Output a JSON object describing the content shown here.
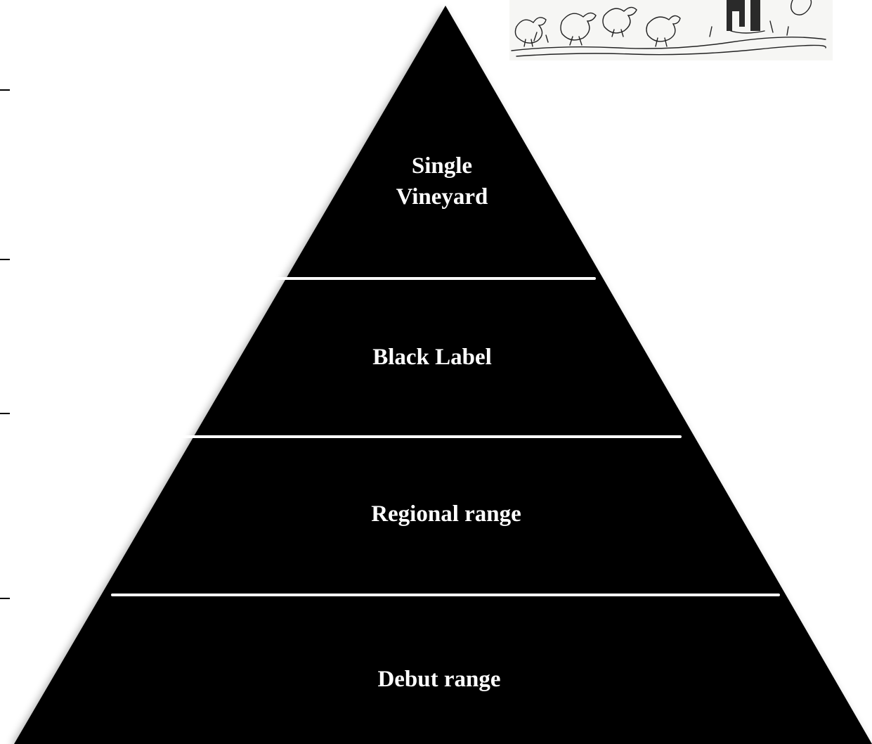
{
  "diagram": {
    "type": "pyramid",
    "tiers": [
      {
        "id": "single-vineyard",
        "label_lines": [
          "Single",
          "Vineyard"
        ]
      },
      {
        "id": "black-label",
        "label_lines": [
          "Black Label"
        ]
      },
      {
        "id": "regional-range",
        "label_lines": [
          "Regional range"
        ]
      },
      {
        "id": "debut-range",
        "label_lines": [
          "Debut range"
        ]
      }
    ]
  },
  "colors": {
    "pyramid_fill": "#000000",
    "divider": "#ffffff",
    "text": "#ffffff",
    "background": "#ffffff"
  },
  "illustration": {
    "icon": "ducklings-sketch-icon"
  }
}
